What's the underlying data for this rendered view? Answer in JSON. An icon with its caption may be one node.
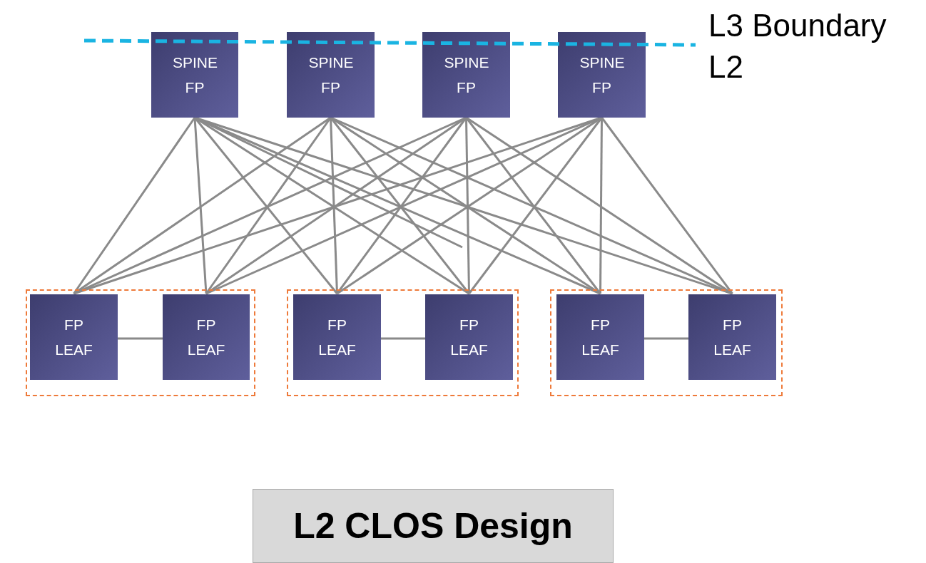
{
  "diagram": {
    "nodes": [
      {
        "text": [
          "SPINE FP"
        ]
      },
      {
        "text": [
          "SPINE FP"
        ]
      },
      {
        "text": [
          "SPINE FP"
        ]
      },
      {
        "text": [
          "SPINE FP"
        ]
      },
      {
        "text": [],
        "shape": "box"
      },
      {
        "text": [
          "FP LEAF"
        ],
        "in": 4
      },
      {
        "text": [
          "FP LEAF"
        ],
        "in": 4
      },
      {
        "text": [],
        "shape": "box"
      },
      {
        "text": [
          "FP LEAF"
        ],
        "in": 7
      },
      {
        "text": [
          "FP LEAF"
        ],
        "in": 7
      },
      {
        "text": [],
        "shape": "box"
      },
      {
        "text": [
          "FP LEAF"
        ],
        "in": 10
      },
      {
        "text": [
          "FP LEAF"
        ],
        "in": 10
      },
      {
        "text": [
          "L2 CLOS Design"
        ]
      }
    ],
    "edges": [
      {
        "from": 0,
        "to": 5,
        "arrow": "none"
      },
      {
        "from": 0,
        "to": 6,
        "arrow": "none"
      },
      {
        "from": 0,
        "to": 8,
        "arrow": "none"
      },
      {
        "from": 0,
        "to": 9,
        "arrow": "none"
      },
      {
        "from": 0,
        "to": 11,
        "arrow": "none"
      },
      {
        "from": 0,
        "to": 12,
        "arrow": "none"
      },
      {
        "from": 1,
        "to": 5,
        "arrow": "none"
      },
      {
        "from": 1,
        "to": 6,
        "arrow": "none"
      },
      {
        "from": 1,
        "to": 8,
        "arrow": "none"
      },
      {
        "from": 1,
        "to": 9,
        "arrow": "none"
      },
      {
        "from": 1,
        "to": 11,
        "arrow": "none"
      },
      {
        "from": 1,
        "to": 12,
        "arrow": "none"
      },
      {
        "from": 2,
        "to": 5,
        "arrow": "none"
      },
      {
        "from": 2,
        "to": 6,
        "arrow": "none"
      },
      {
        "from": 2,
        "to": 8,
        "arrow": "none"
      },
      {
        "from": 2,
        "to": 9,
        "arrow": "none"
      },
      {
        "from": 2,
        "to": 11,
        "arrow": "none"
      },
      {
        "from": 2,
        "to": 12,
        "arrow": "none"
      },
      {
        "from": 3,
        "to": 5,
        "arrow": "none"
      },
      {
        "from": 3,
        "to": 6,
        "arrow": "none"
      },
      {
        "from": 3,
        "to": 8,
        "arrow": "none"
      },
      {
        "from": 3,
        "to": 9,
        "arrow": "none"
      },
      {
        "from": 3,
        "to": 11,
        "arrow": "none"
      },
      {
        "from": 3,
        "to": 12,
        "arrow": "none"
      },
      {
        "from": 0,
        "to": null,
        "arrow": "none"
      },
      {
        "from": 5,
        "to": 6,
        "arrow": "none"
      },
      {
        "from": 8,
        "to": 9,
        "arrow": "none"
      },
      {
        "from": 11,
        "to": 12,
        "arrow": "none"
      }
    ],
    "labels": [
      "L3 Boundary",
      "L2"
    ]
  }
}
